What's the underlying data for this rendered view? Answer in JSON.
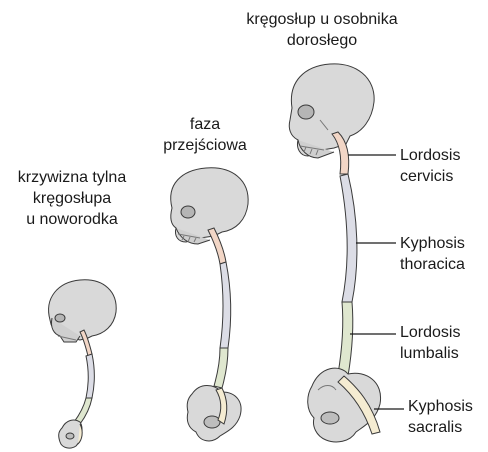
{
  "stages": {
    "newborn": {
      "lines": [
        "krzywizna tylna",
        "kręgosłupa",
        "u noworodka"
      ]
    },
    "transitional": {
      "lines": [
        "faza",
        "przejściowa"
      ]
    },
    "adult": {
      "lines": [
        "kręgosłup u osobnika",
        "dorosłego"
      ]
    }
  },
  "curves": [
    {
      "lines": [
        "Lordosis",
        "cervicis"
      ]
    },
    {
      "lines": [
        "Kyphosis",
        "thoracica"
      ]
    },
    {
      "lines": [
        "Lordosis",
        "lumbalis"
      ]
    },
    {
      "lines": [
        "Kyphosis",
        "sacralis"
      ]
    }
  ],
  "colors": {
    "cervical": "#f2d6c6",
    "thoracic": "#dcdde6",
    "lumbar": "#dfe7cf",
    "sacral": "#f5ecd2",
    "bone": "#d9d9d9",
    "outline": "#3a3a3a"
  }
}
